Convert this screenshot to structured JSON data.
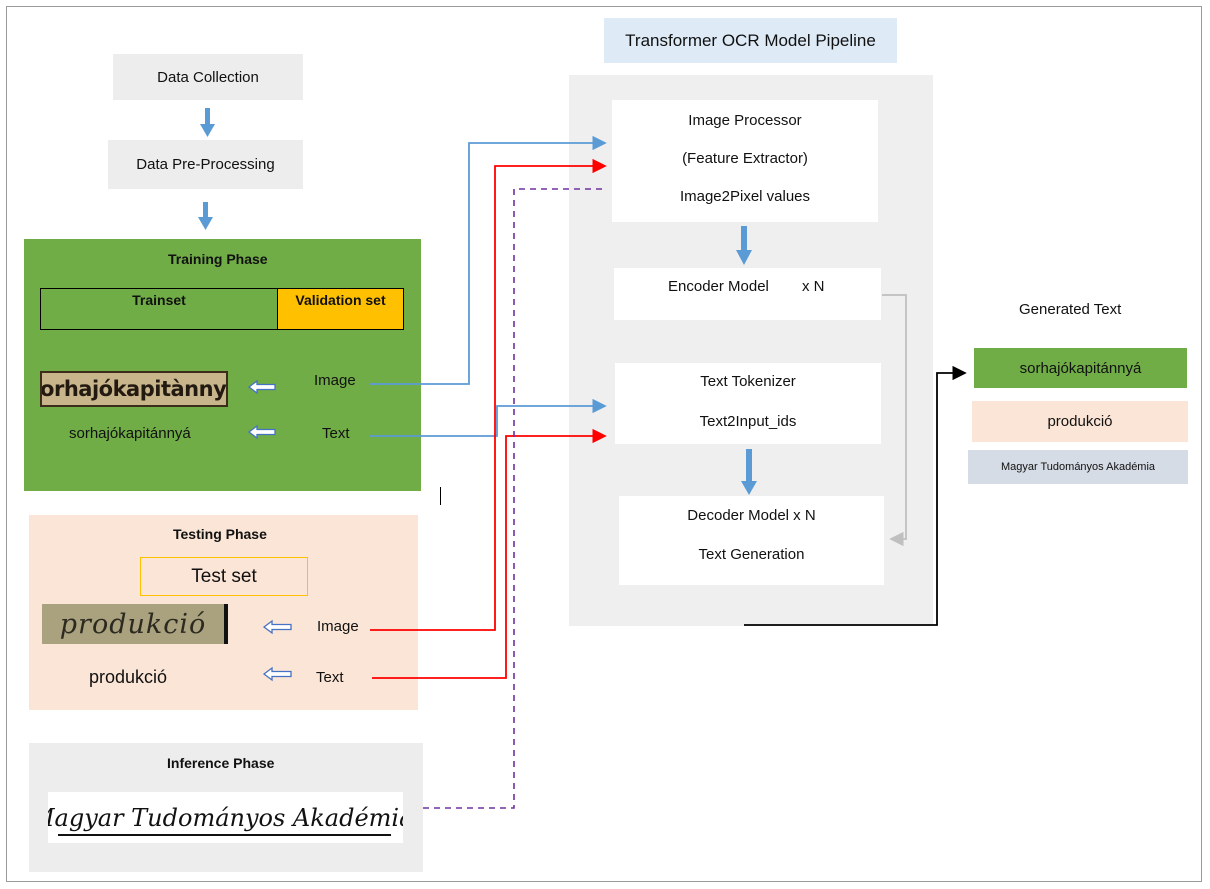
{
  "left": {
    "data_collection": "Data Collection",
    "pre_processing": "Data Pre-Processing"
  },
  "training": {
    "title": "Training Phase",
    "trainset": "Trainset",
    "validation": "Validation set",
    "image_sample_text": "sorhajókapitànnyá",
    "image_label": "Image",
    "text_sample": "sorhajókapitánnyá",
    "text_label": "Text",
    "bg_color": "#70ad47",
    "validation_color": "#ffc000"
  },
  "testing": {
    "title": "Testing Phase",
    "test_set": "Test set",
    "image_sample_text": "produkció",
    "image_label": "Image",
    "text_sample": "produkció",
    "text_label": "Text",
    "bg_color": "#fbe5d6"
  },
  "inference": {
    "title": "Inference Phase",
    "image_sample_text": "Magyar Tudományos Akadémia.",
    "bg_color": "#ededed"
  },
  "pipeline": {
    "title": "Transformer OCR Model Pipeline",
    "image_processor": [
      "Image Processor",
      "(Feature Extractor)",
      "Image2Pixel values"
    ],
    "encoder": "Encoder Model",
    "encoder_mult": "x N",
    "tokenizer": [
      "Text Tokenizer",
      "Text2Input_ids"
    ],
    "decoder": [
      "Decoder Model x N",
      "Text Generation"
    ],
    "title_bg": "#deebf7",
    "panel_bg": "#efefef"
  },
  "output": {
    "title": "Generated Text",
    "items": [
      "sorhajókapitánnyá",
      "produkció",
      "Magyar Tudományos Akadémia"
    ],
    "colors": [
      "#70ad47",
      "#fbe5d6",
      "#d6dce5"
    ]
  },
  "arrow_colors": {
    "blue": "#5b9bd5",
    "red": "#ff0000",
    "purple": "#7030a0",
    "gray": "#bfbfbf",
    "black": "#000000"
  }
}
